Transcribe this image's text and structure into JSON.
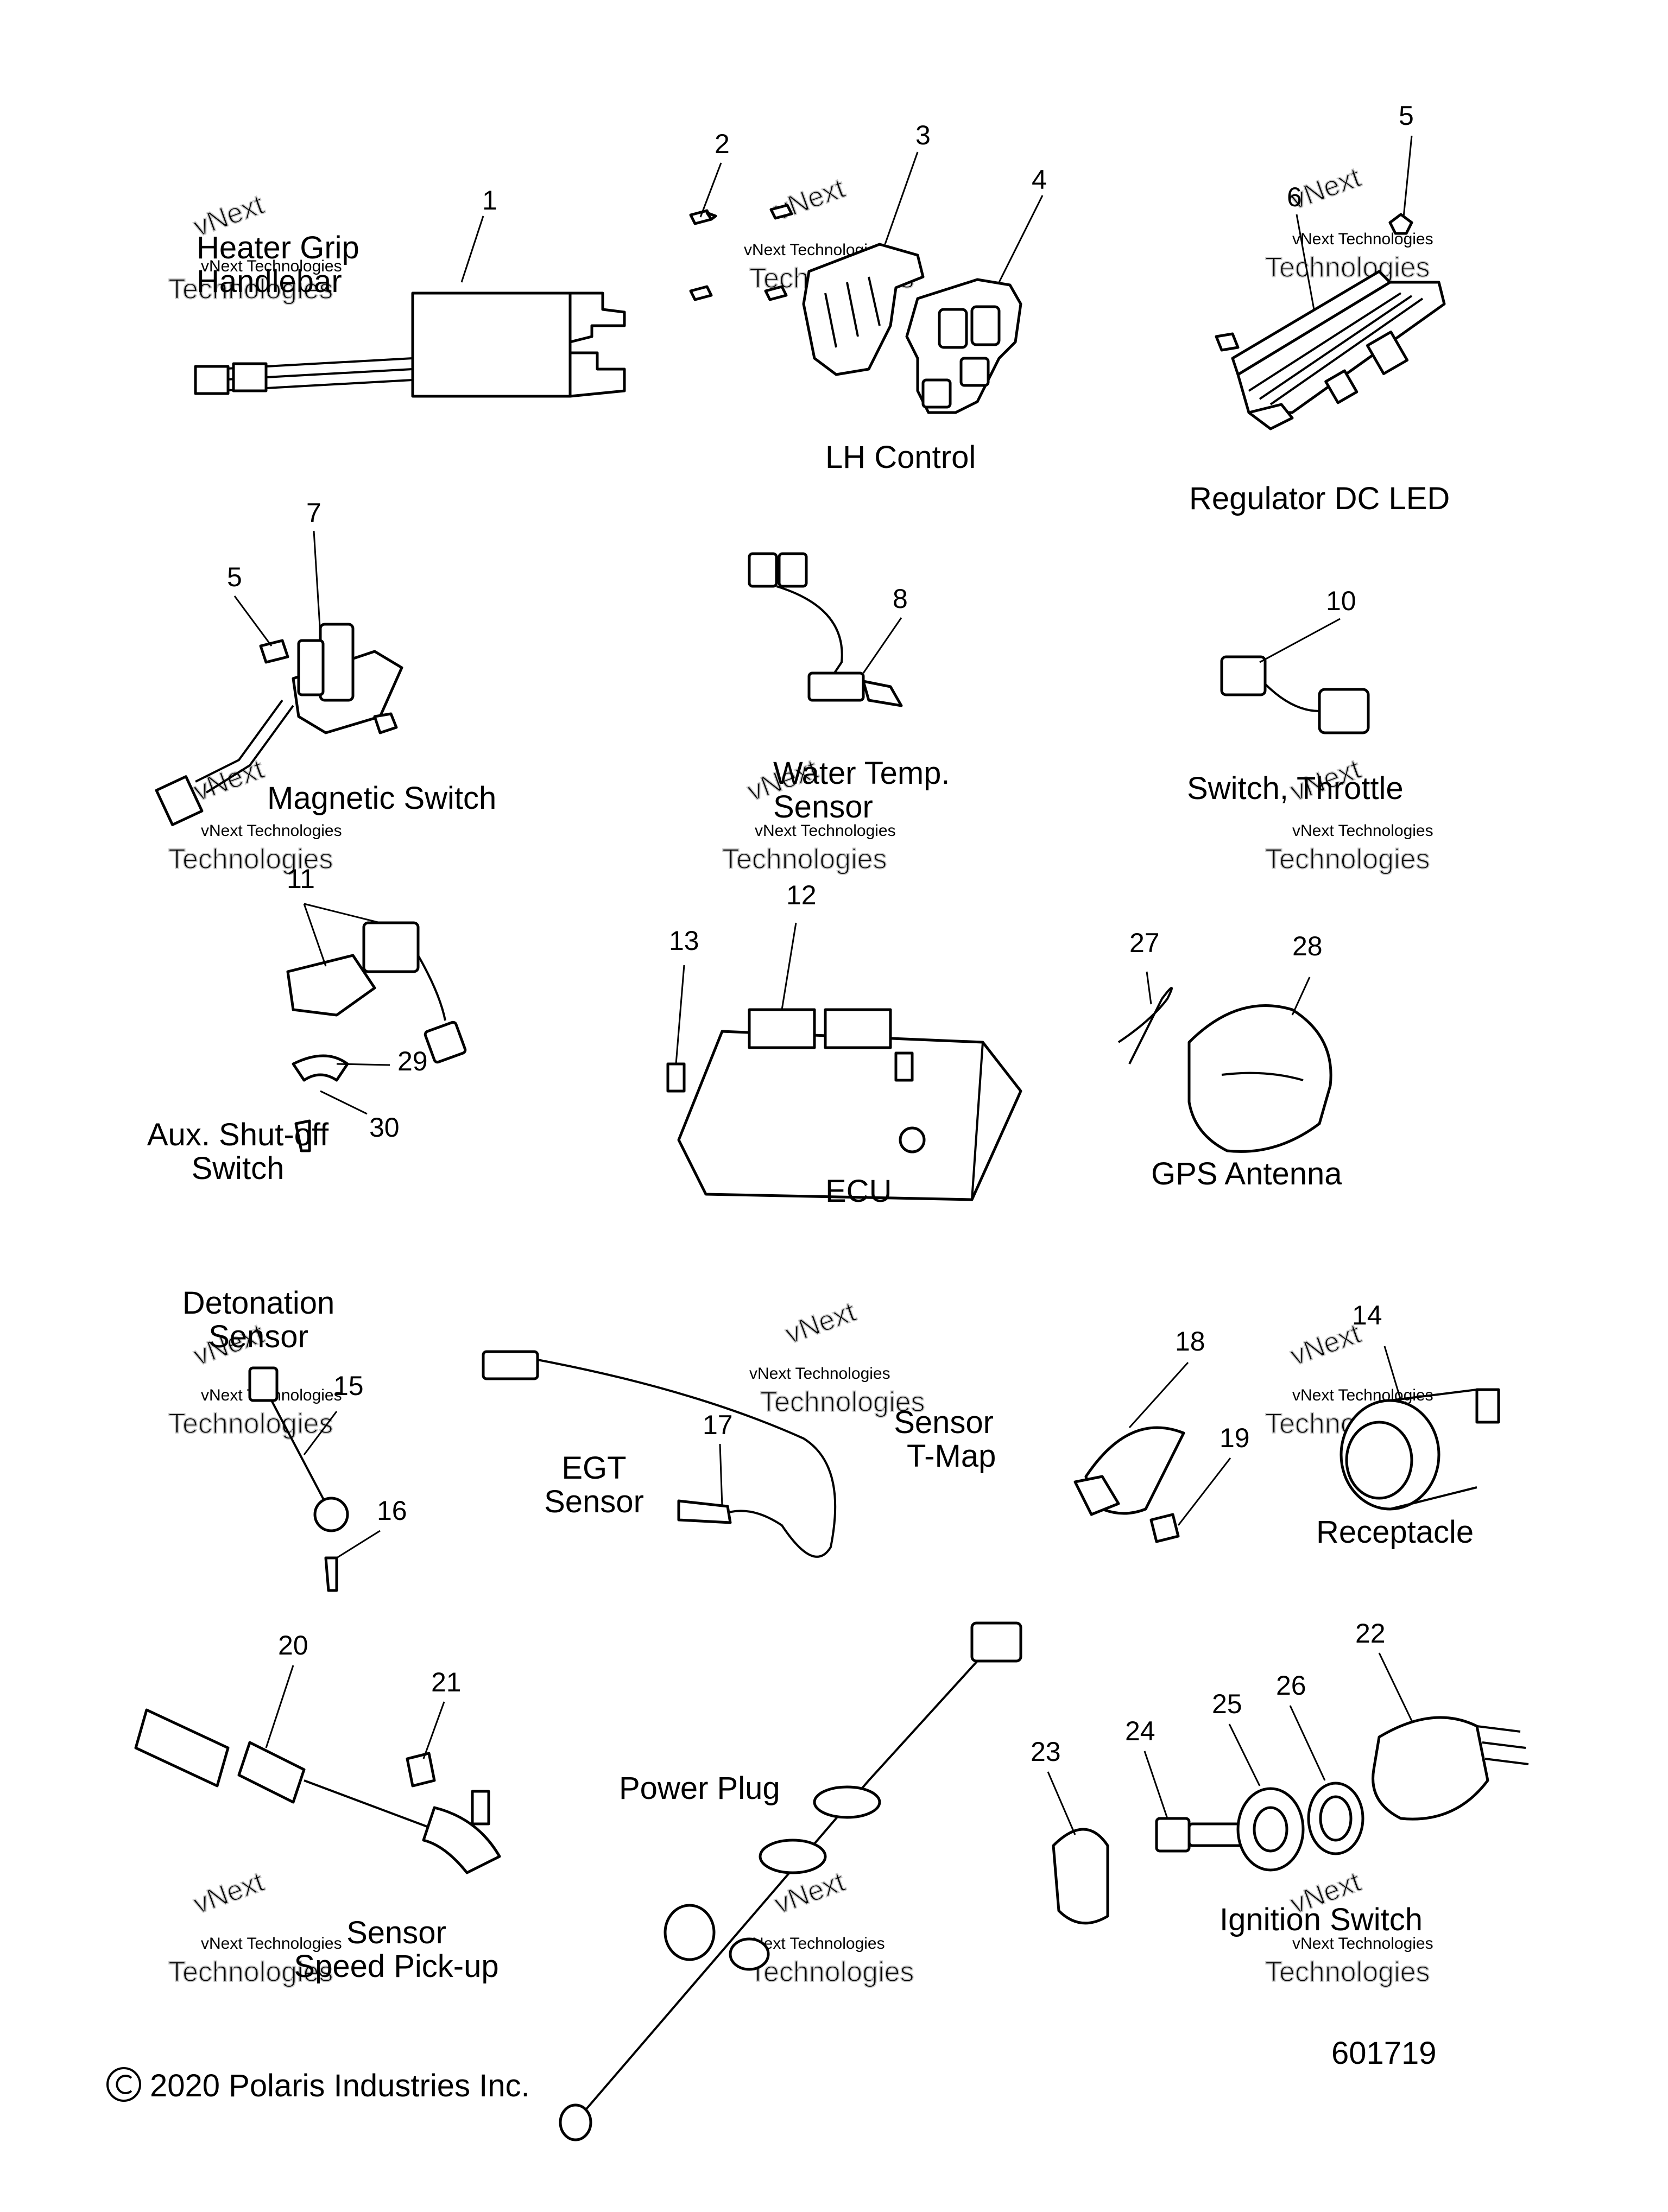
{
  "groups": [
    {
      "label": "Heater Grip\nHandlebar"
    },
    {
      "label": "LH Control"
    },
    {
      "label": "Regulator DC LED"
    },
    {
      "label": "Magnetic Switch"
    },
    {
      "label": "Water Temp.\nSensor"
    },
    {
      "label": "Switch, Throttle"
    },
    {
      "label": "Aux. Shut-off\nSwitch"
    },
    {
      "label": "ECU"
    },
    {
      "label": "GPS Antenna"
    },
    {
      "label": "Detonation\nSensor"
    },
    {
      "label": "EGT\nSensor"
    },
    {
      "label": "Sensor\nT-Map"
    },
    {
      "label": "Receptacle"
    },
    {
      "label": "Sensor\nSpeed Pick-up"
    },
    {
      "label": "Power Plug"
    },
    {
      "label": "Ignition Switch"
    }
  ],
  "callouts": [
    "1",
    "2",
    "3",
    "4",
    "5",
    "6",
    "5",
    "7",
    "8",
    "10",
    "11",
    "29",
    "30",
    "12",
    "13",
    "27",
    "28",
    "14",
    "15",
    "16",
    "17",
    "18",
    "19",
    "20",
    "21",
    "22",
    "23",
    "24",
    "25",
    "26"
  ],
  "watermark": {
    "line1": "vNext Technologies",
    "line2": "vNext",
    "line3": "Technologies"
  },
  "footer": {
    "copyright": "2020 Polaris Industries Inc.",
    "figure_number": "601719"
  }
}
